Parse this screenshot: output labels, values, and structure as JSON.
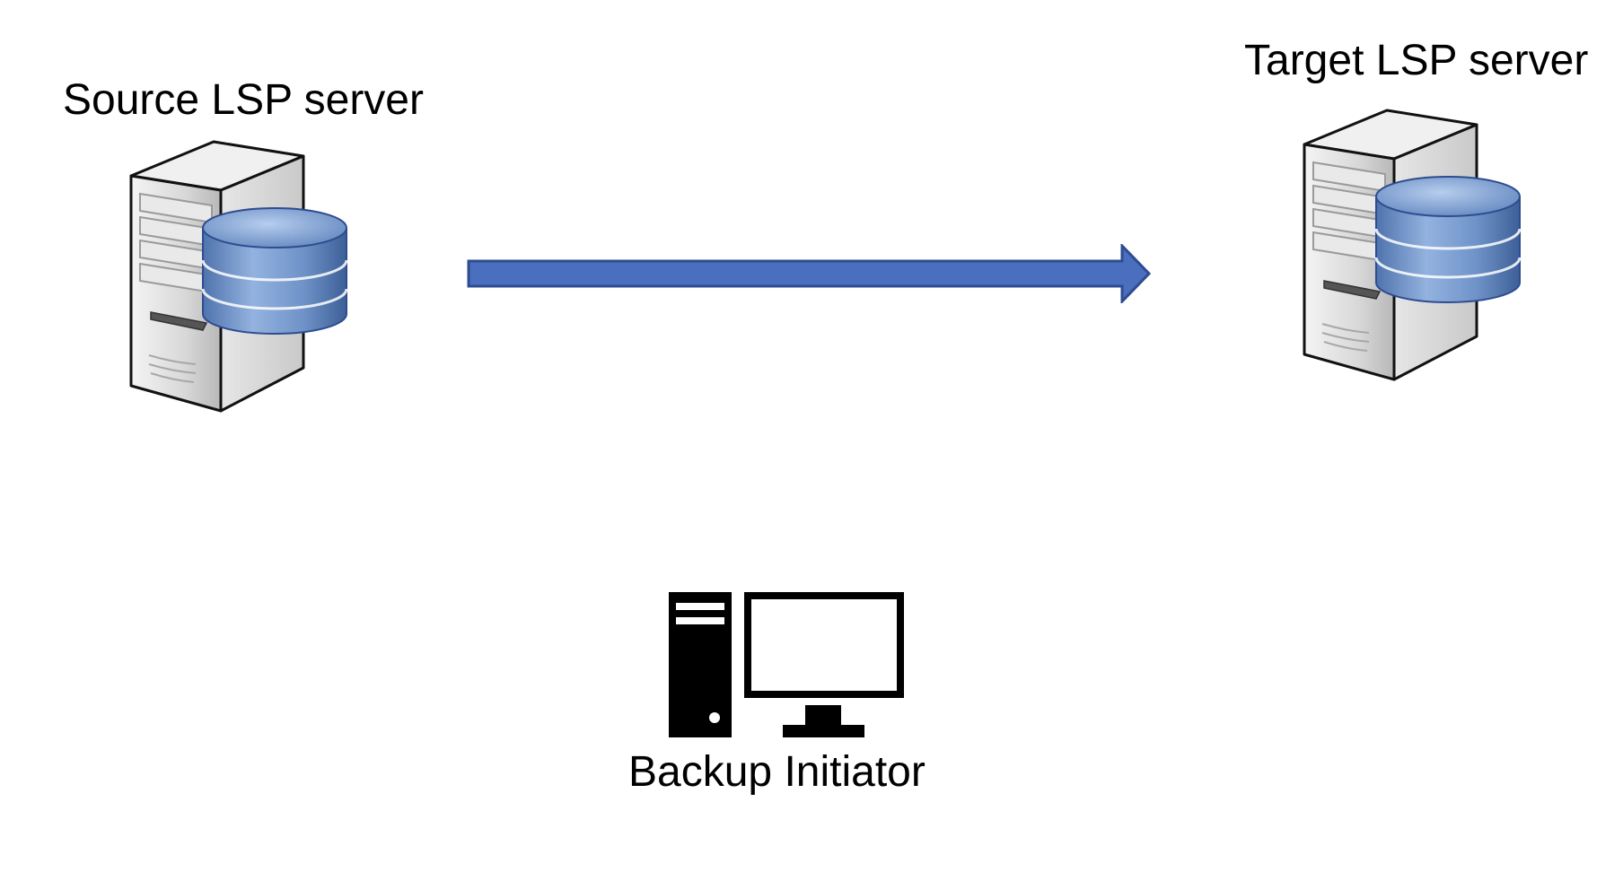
{
  "diagram": {
    "nodes": {
      "source": {
        "label": "Source LSP server",
        "icon": "database-server-icon"
      },
      "target": {
        "label": "Target LSP server",
        "icon": "database-server-icon"
      },
      "initiator": {
        "label": "Backup Initiator",
        "icon": "desktop-computer-icon"
      }
    },
    "edges": [
      {
        "from": "source",
        "to": "target",
        "style": "arrow",
        "color": "#4A6FBF",
        "stroke": "#2E4C8F"
      }
    ],
    "colors": {
      "arrow_fill": "#4A6FBF",
      "arrow_stroke": "#2E4C8F",
      "database_blue": "#6F93C8",
      "server_gray": "#D9D9D9",
      "pc_black": "#000000"
    }
  }
}
